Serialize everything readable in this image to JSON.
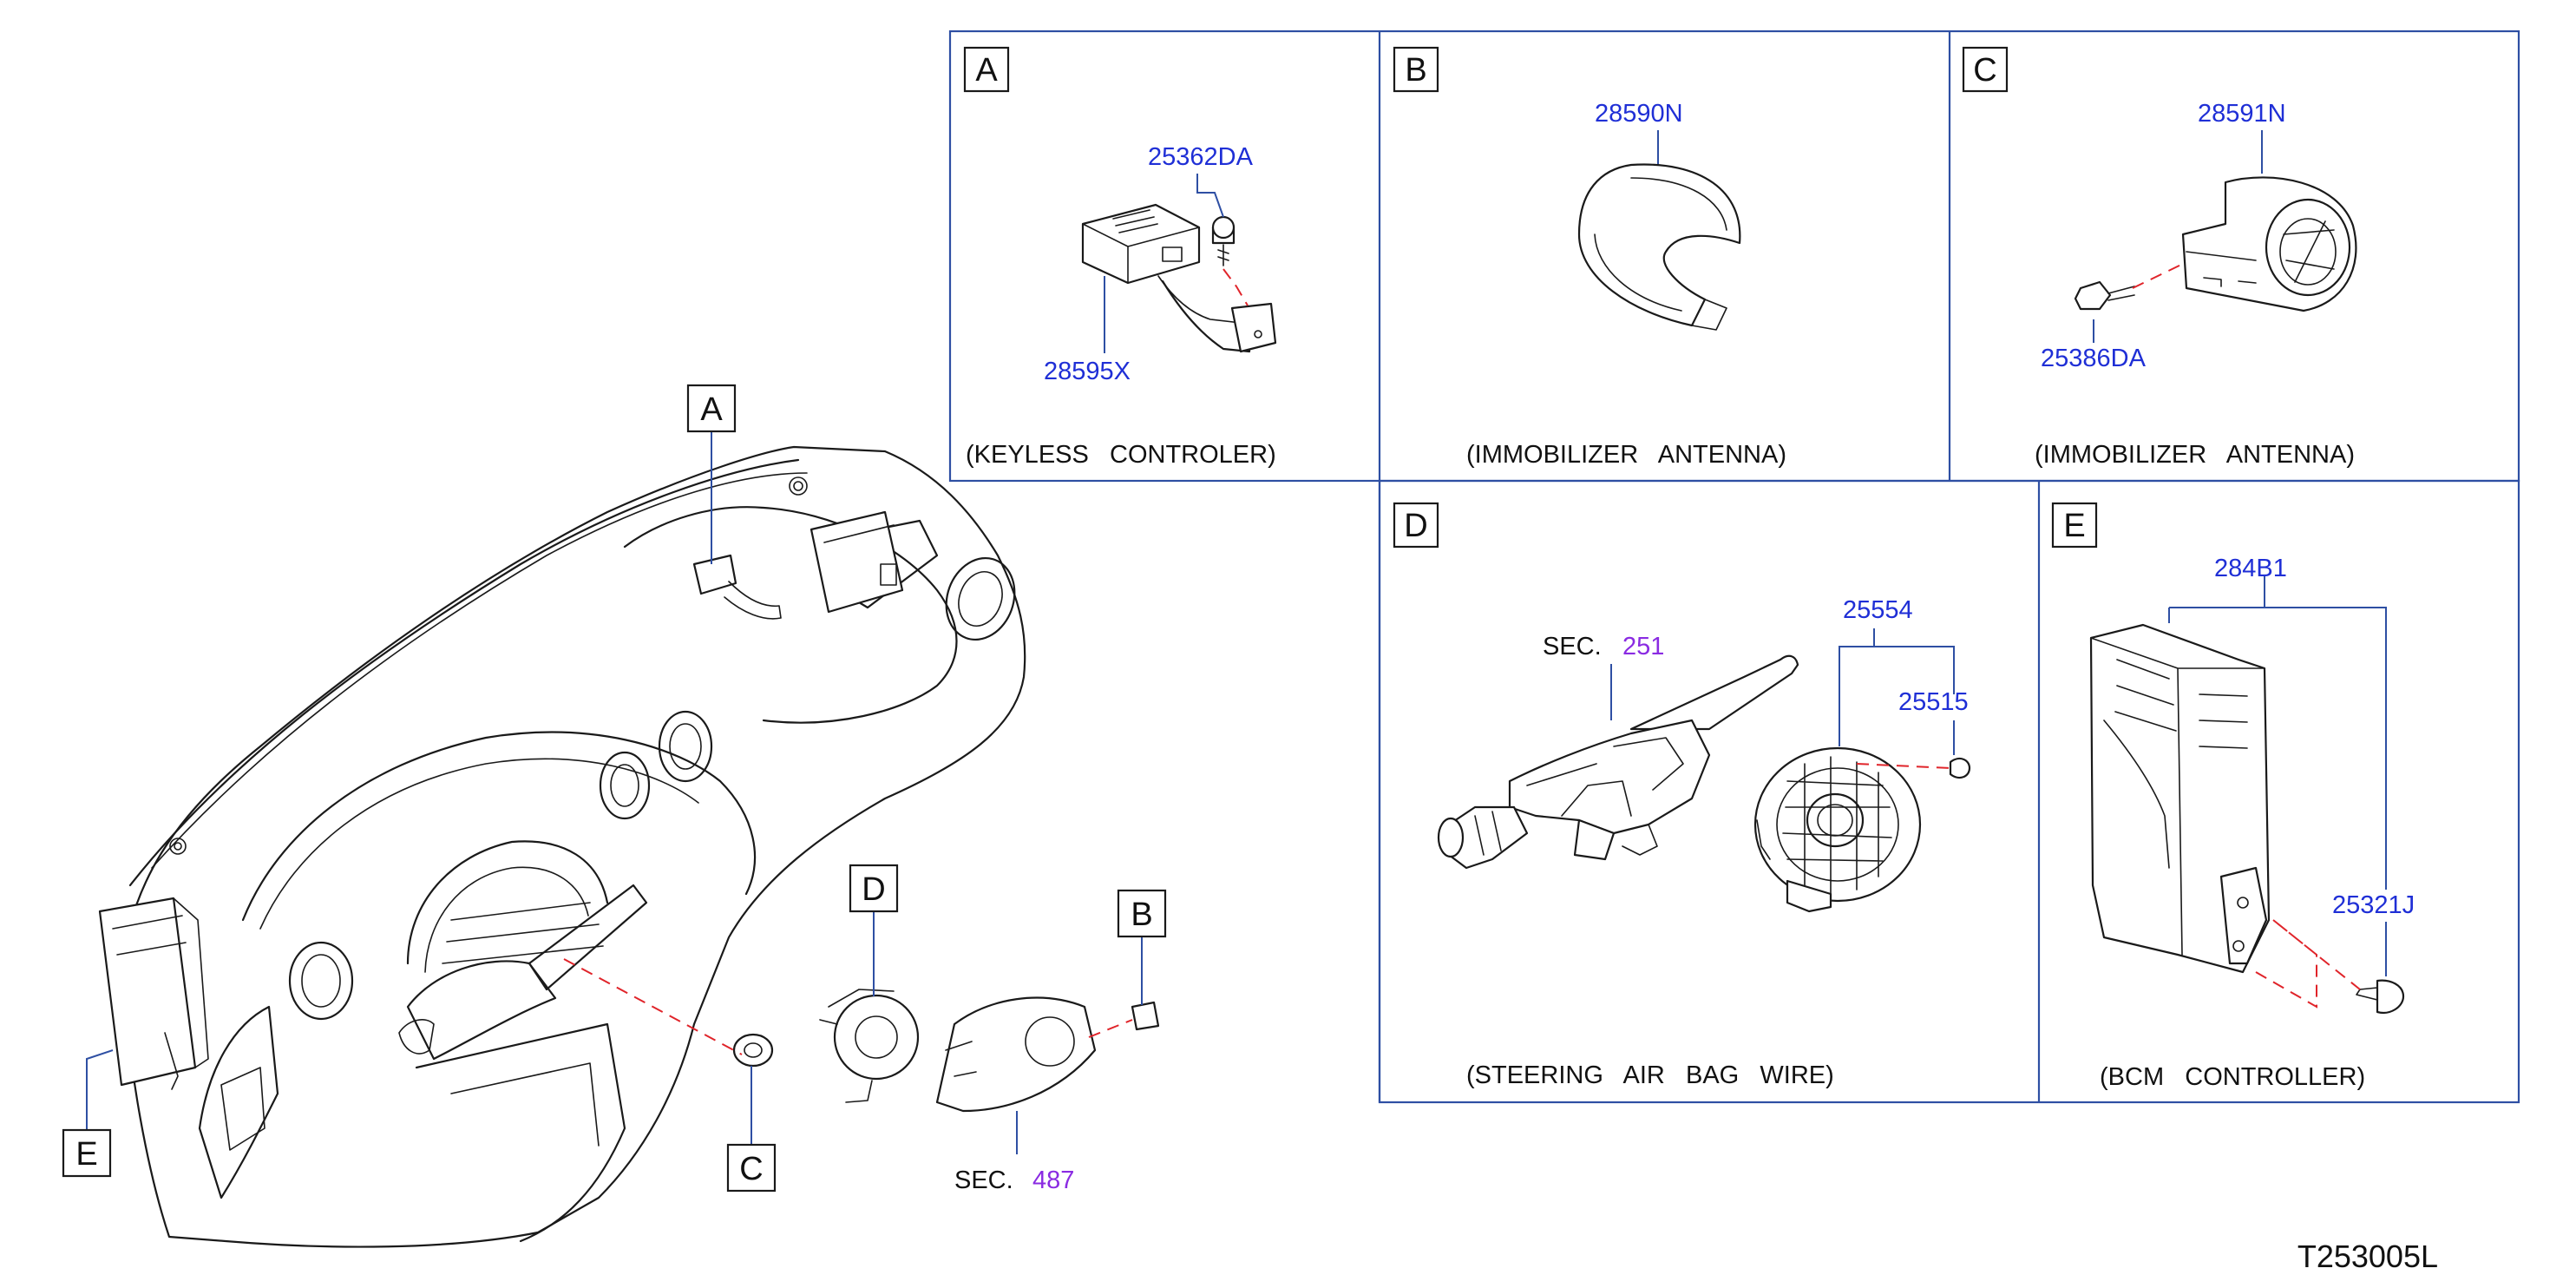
{
  "colors": {
    "frame": "#2e4fa3",
    "part_number": "#1f2fd6",
    "section_reference": "#8a2be2",
    "dashed_line": "#e0242a",
    "outline": "#1a1a1a"
  },
  "overview_callouts": [
    "A",
    "D",
    "B",
    "E",
    "C"
  ],
  "overview_sections": {
    "sec_label": "SEC.",
    "sec_number": "487"
  },
  "panels": {
    "a": {
      "letter": "A",
      "caption": "(KEYLESS   CONTROLER)",
      "parts": [
        "25362DA",
        "28595X"
      ]
    },
    "b": {
      "letter": "B",
      "caption": "(IMMOBILIZER   ANTENNA)",
      "parts": [
        "28590N"
      ]
    },
    "c": {
      "letter": "C",
      "caption": "(IMMOBILIZER   ANTENNA)",
      "parts": [
        "28591N",
        "25386DA"
      ]
    },
    "d": {
      "letter": "D",
      "caption": "(STEERING   AIR   BAG   WIRE)",
      "sec_label": "SEC.",
      "sec_number": "251",
      "parts": [
        "25554",
        "25515"
      ]
    },
    "e": {
      "letter": "E",
      "caption": "(BCM   CONTROLLER)",
      "parts": [
        "284B1",
        "25321J"
      ]
    }
  },
  "drawing_code": "T253005L"
}
